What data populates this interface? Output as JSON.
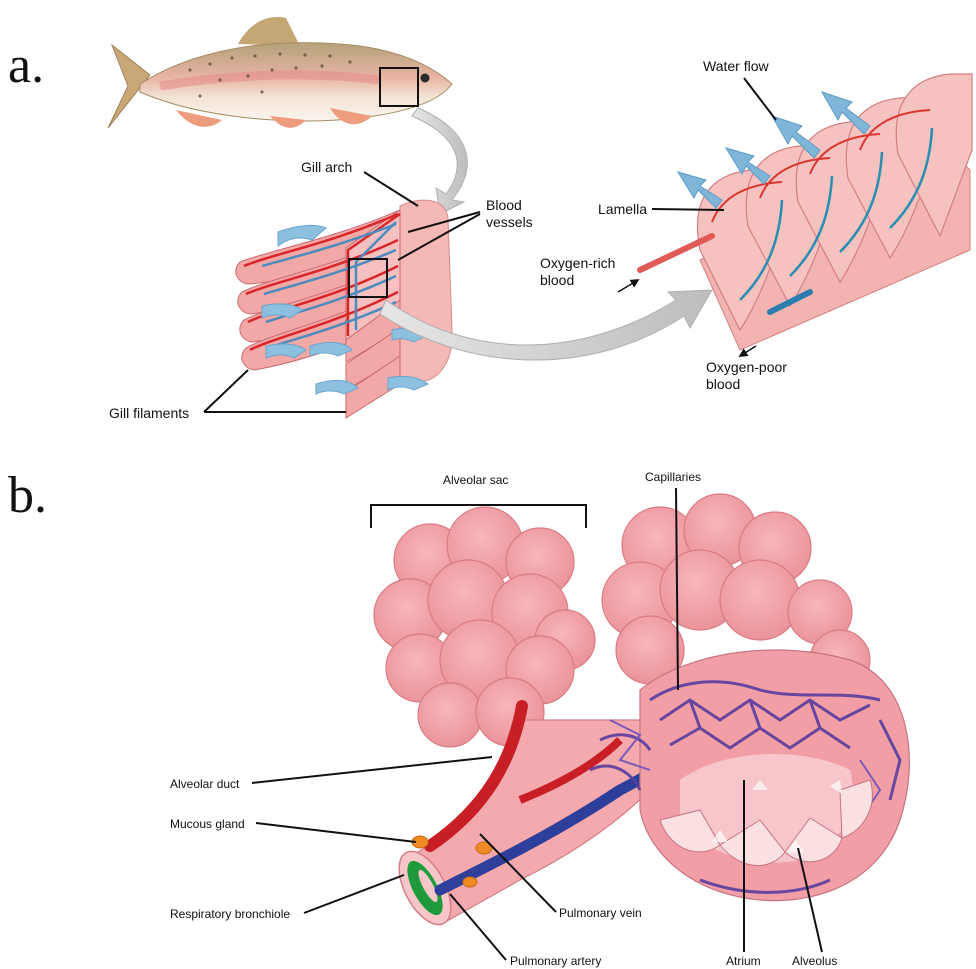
{
  "panel_a": {
    "letter": "a.",
    "labels": {
      "gill_arch": "Gill arch",
      "blood_vessels_1": "Blood",
      "blood_vessels_2": "vessels",
      "gill_filaments": "Gill filaments",
      "water_flow": "Water flow",
      "lamella": "Lamella",
      "oxygen_rich_1": "Oxygen-rich",
      "oxygen_rich_2": "blood",
      "oxygen_poor_1": "Oxygen-poor",
      "oxygen_poor_2": "blood"
    }
  },
  "panel_b": {
    "letter": "b.",
    "labels": {
      "alveolar_sac": "Alveolar sac",
      "capillaries": "Capillaries",
      "alveolar_duct": "Alveolar duct",
      "mucous_gland": "Mucous gland",
      "respiratory_bronchiole": "Respiratory bronchiole",
      "pulmonary_vein": "Pulmonary vein",
      "pulmonary_artery": "Pulmonary artery",
      "atrium": "Atrium",
      "alveolus": "Alveolus"
    }
  },
  "colors": {
    "tissue_pink": "#f2a1a6",
    "tissue_light": "#f9cfcf",
    "water_blue": "#7fb6d8",
    "vessel_red": "#d9262a",
    "vessel_blue": "#2d3f9a",
    "vessel_purple": "#6b3fa0",
    "gland_orange": "#f08a24",
    "bronchiole_green": "#1e9a3c"
  }
}
